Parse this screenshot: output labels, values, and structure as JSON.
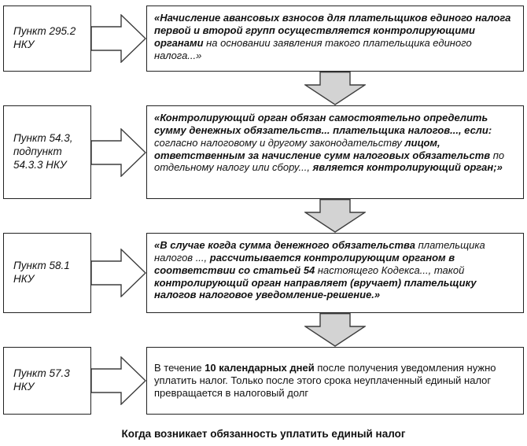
{
  "caption": "Когда возникает обязанность уплатить единый налог",
  "colors": {
    "arrow_down_fill": "#d3d3d3",
    "arrow_right_fill": "#ffffff",
    "arrow_outline": "#3d3d3d",
    "box_border": "#222222",
    "text": "#111111"
  },
  "icons": {
    "right_arrow": "block-arrow-right",
    "down_arrow": "block-arrow-down"
  },
  "rows": [
    {
      "ref": "Пункт 295.2 НКУ",
      "quote": [
        {
          "text": "«Начисление авансовых взносов для плательщиков единого налога первой и второй групп осуществляется контролирующими органами ",
          "bold": true
        },
        {
          "text": "на основании заявления такого плательщика единого налога...»",
          "bold": false
        }
      ]
    },
    {
      "ref": "Пункт 54.3, подпункт 54.3.3 НКУ",
      "quote": [
        {
          "text": "«Контролирующий орган обязан самостоятельно определить сумму денежных обязательств... плательщика налогов..., если: ",
          "bold": true
        },
        {
          "text": "согласно налоговому и другому законодательству ",
          "bold": false
        },
        {
          "text": "лицом, ответственным за начисление сумм налоговых обязательств ",
          "bold": true
        },
        {
          "text": "по отдельному налогу или сбору..., ",
          "bold": false
        },
        {
          "text": "является контролирующий орган;»",
          "bold": true
        }
      ]
    },
    {
      "ref": "Пункт 58.1 НКУ",
      "quote": [
        {
          "text": "«В случае когда сумма денежного обязательства ",
          "bold": true
        },
        {
          "text": "плательщика налогов ..., ",
          "bold": false
        },
        {
          "text": "рассчитывается контролирующим органом в соответствии со статьей 54 ",
          "bold": true
        },
        {
          "text": "настоящего Кодекса..., такой ",
          "bold": false
        },
        {
          "text": "контролирующий орган направляет (вручает) плательщику налогов налоговое уведомление-решение.»",
          "bold": true
        }
      ]
    },
    {
      "ref": "Пункт 57.3 НКУ",
      "quote": [
        {
          "text": "В течение ",
          "bold": false
        },
        {
          "text": "10 календарных дней ",
          "bold": true
        },
        {
          "text": "после получения уведомления нужно уплатить налог. Только после этого срока неуплаченный единый налог превращается в налоговый долг",
          "bold": false
        }
      ]
    }
  ]
}
